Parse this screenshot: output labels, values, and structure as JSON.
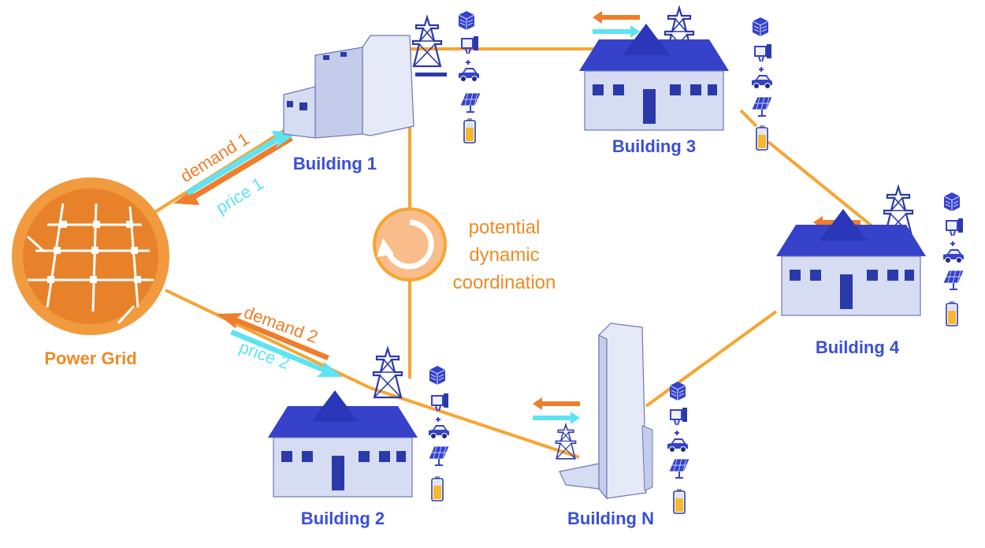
{
  "colors": {
    "line": "#f6a531",
    "grid_fill": "#e8822a",
    "grid_ring": "#f29a3e",
    "grid_label": "#f08a24",
    "building_label": "#3a4fd6",
    "demand": "#ef7d2b",
    "price": "#5fe3f2",
    "coord_fill": "#f8bd8a",
    "coord_text": "#f08a24",
    "roof": "#3542c9",
    "wall": "#d6dcf2",
    "device": "#3542c9",
    "battery": "#f5b82e"
  },
  "power_grid": {
    "label": "Power Grid",
    "icon": "power-grid-icon"
  },
  "coordination": {
    "line1": "potential",
    "line2": "dynamic",
    "line3": "coordination",
    "icon": "refresh-cycle-icon"
  },
  "flows": {
    "demand1": "demand 1",
    "price1": "price 1",
    "demand2": "demand 2",
    "price2": "price 2"
  },
  "buildings": {
    "b1": {
      "label": "Building 1",
      "icon": "office-building-icon"
    },
    "b2": {
      "label": "Building 2",
      "icon": "house-icon"
    },
    "b3": {
      "label": "Building 3",
      "icon": "house-icon"
    },
    "b4": {
      "label": "Building 4",
      "icon": "house-icon"
    },
    "bn": {
      "label": "Building N",
      "icon": "tower-building-icon"
    }
  },
  "device_icons": [
    "hvac-unit-icon",
    "computer-icon",
    "electric-vehicle-icon",
    "solar-panel-icon",
    "battery-icon"
  ],
  "tower_icon": "transmission-tower-icon"
}
